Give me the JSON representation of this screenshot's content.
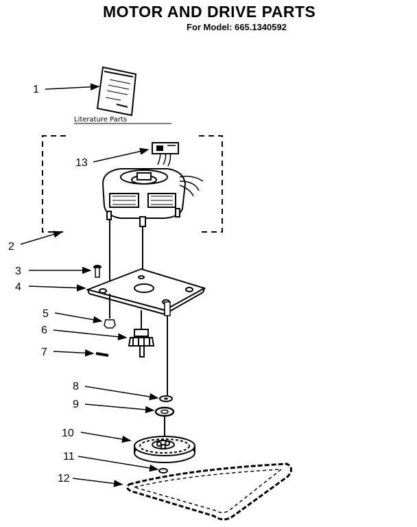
{
  "header": {
    "title": "MOTOR AND DRIVE PARTS",
    "model_line": "For Model: 665.1340592"
  },
  "literature_label": "Literature Parts",
  "callouts": [
    "1",
    "2",
    "3",
    "4",
    "5",
    "6",
    "7",
    "8",
    "9",
    "10",
    "11",
    "12",
    "13"
  ]
}
